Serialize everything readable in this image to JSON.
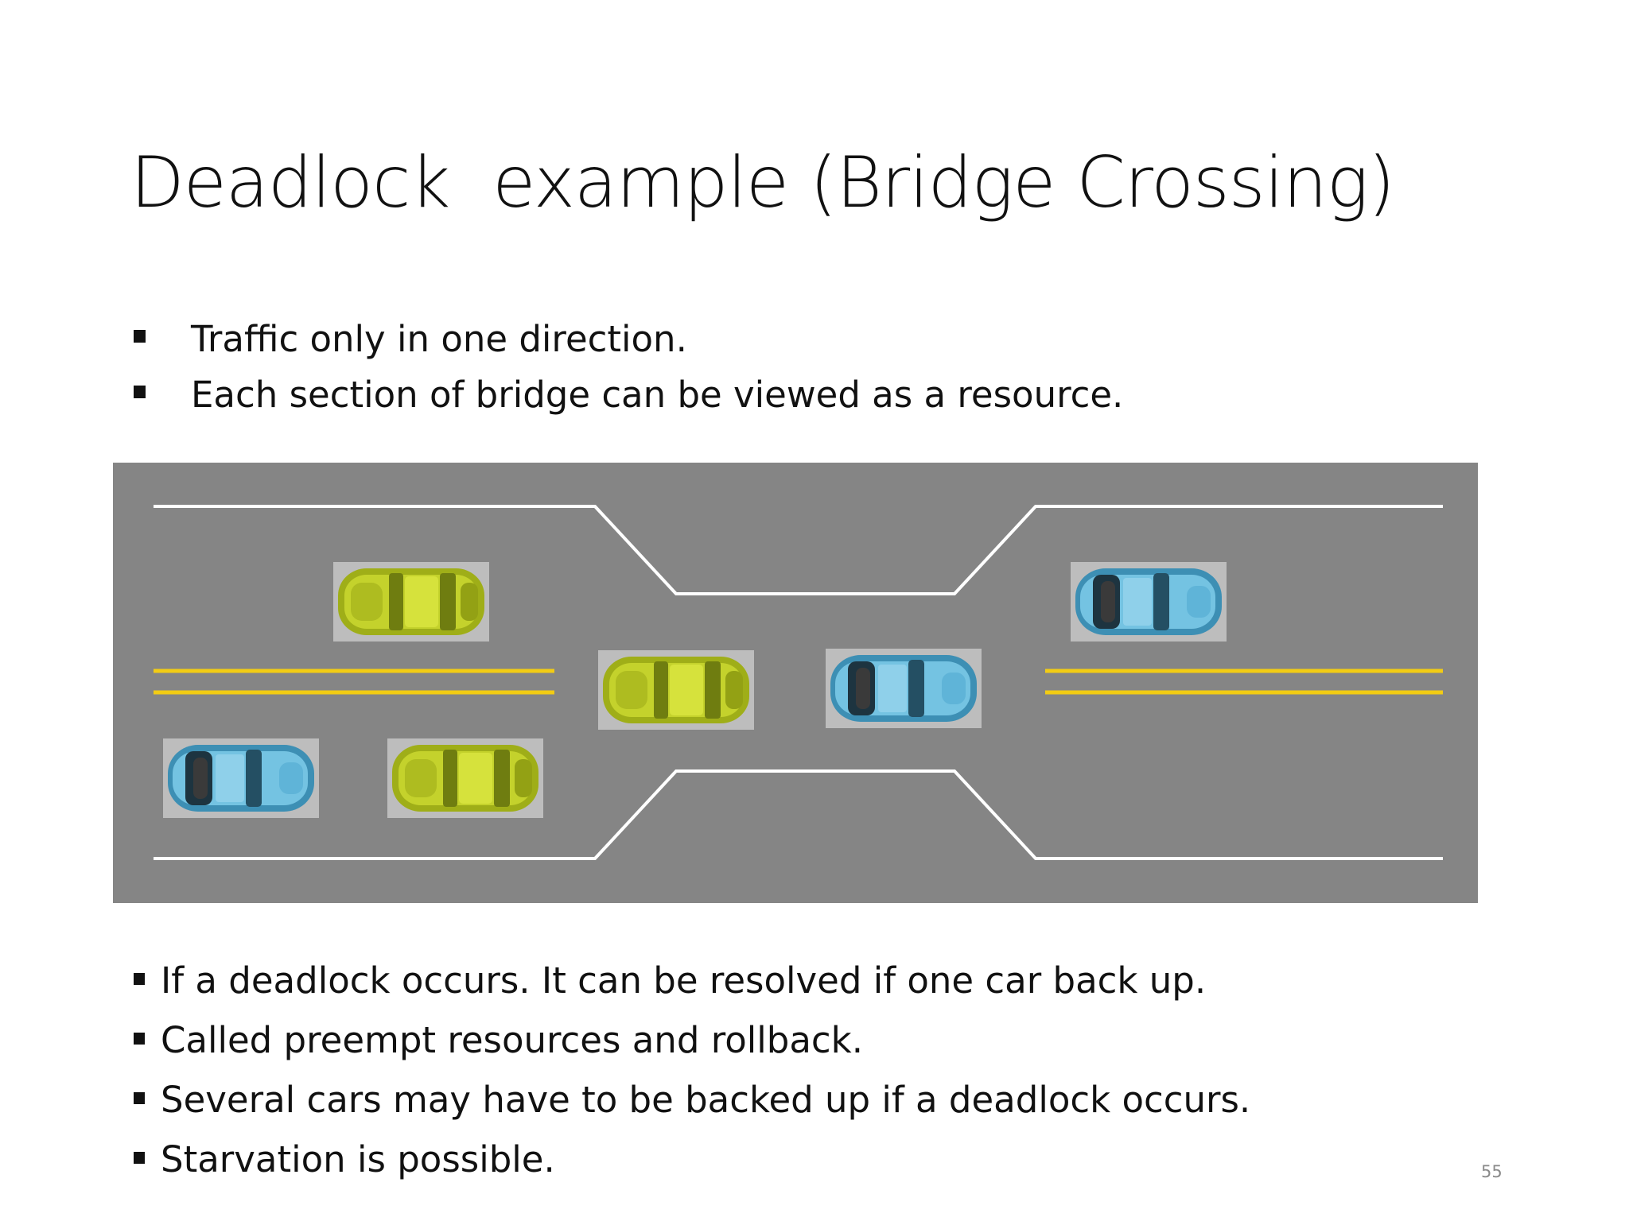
{
  "slide": {
    "title": "Deadlock  example (Bridge Crossing)",
    "page_number": "55"
  },
  "bullets_top": [
    "Traffic only in one direction.",
    "Each section of bridge can be viewed as a resource."
  ],
  "bullets_bottom": [
    "If a deadlock occurs. It can be resolved if one car back up.",
    "Called preempt resources and rollback.",
    "Several cars may have to be backed up if a deadlock occurs.",
    "Starvation is possible."
  ],
  "diagram": {
    "road_color": "#858585",
    "edge_line_color": "#ffffff",
    "center_line_color": "#f2cc14",
    "cars": [
      {
        "name": "yellow-car-left-upper",
        "color": "yellow",
        "heading": "right",
        "lane": "left-upper"
      },
      {
        "name": "blue-car-left-lower",
        "color": "blue",
        "heading": "left",
        "lane": "left-lower"
      },
      {
        "name": "yellow-car-left-lower",
        "color": "yellow",
        "heading": "right",
        "lane": "left-lower"
      },
      {
        "name": "yellow-car-on-bridge",
        "color": "yellow",
        "heading": "right",
        "lane": "bridge"
      },
      {
        "name": "blue-car-on-bridge",
        "color": "blue",
        "heading": "left",
        "lane": "bridge"
      },
      {
        "name": "blue-car-right-upper",
        "color": "blue",
        "heading": "left",
        "lane": "right-upper"
      }
    ]
  }
}
